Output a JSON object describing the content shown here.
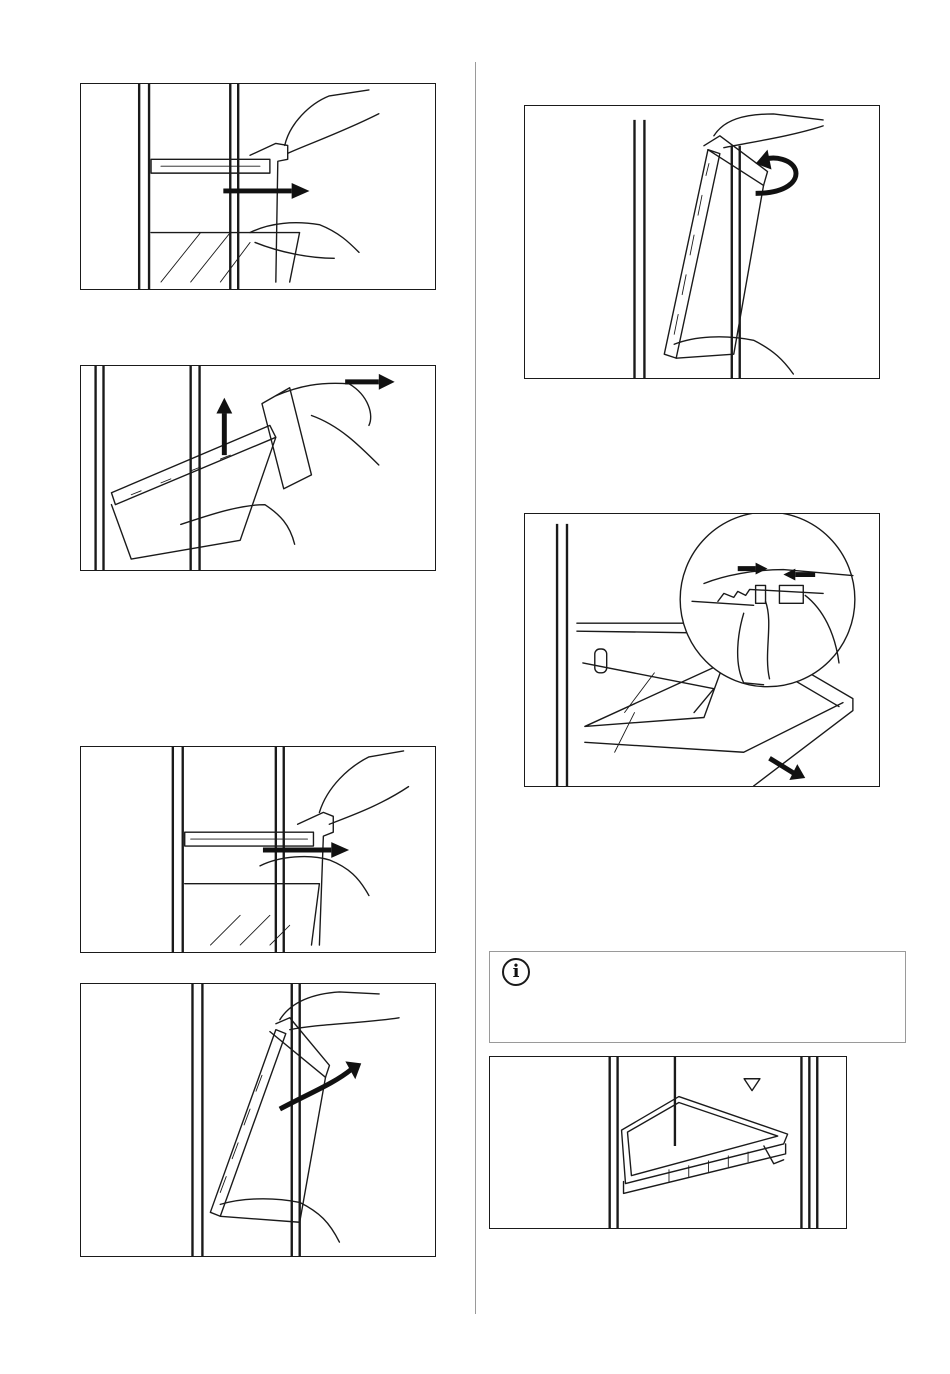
{
  "page": {
    "columns": 2
  },
  "figures": [
    {
      "id": "fig-1",
      "icon": "illustration",
      "description_hidden": true
    },
    {
      "id": "fig-2",
      "icon": "illustration"
    },
    {
      "id": "fig-3",
      "icon": "illustration"
    },
    {
      "id": "fig-4",
      "icon": "illustration"
    },
    {
      "id": "fig-5",
      "icon": "illustration"
    },
    {
      "id": "fig-6",
      "icon": "illustration"
    },
    {
      "id": "fig-7",
      "icon": "illustration"
    }
  ],
  "note": {
    "icon": "info-icon",
    "icon_glyph": "i",
    "text": ""
  },
  "colors": {
    "line": "#1a1a1a",
    "divider": "#9a9a9a",
    "background": "#ffffff"
  }
}
